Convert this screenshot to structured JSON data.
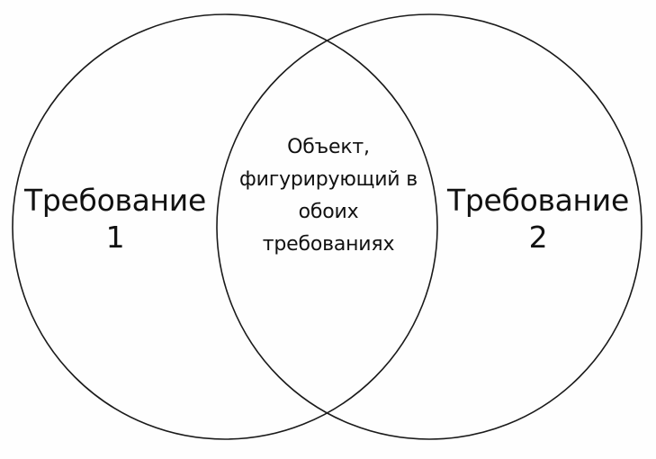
{
  "diagram": {
    "type": "venn",
    "sets": [
      {
        "id": "set-1",
        "label_line1": "Требование",
        "label_line2": "1"
      },
      {
        "id": "set-2",
        "label_line1": "Требование",
        "label_line2": "2"
      }
    ],
    "intersection": {
      "lines": [
        "Объект,",
        "фигурирующий в",
        "обоих",
        "требованиях"
      ]
    },
    "colors": {
      "stroke": "#1a1a1a",
      "fill": "#ffffff",
      "text": "#111111"
    }
  }
}
